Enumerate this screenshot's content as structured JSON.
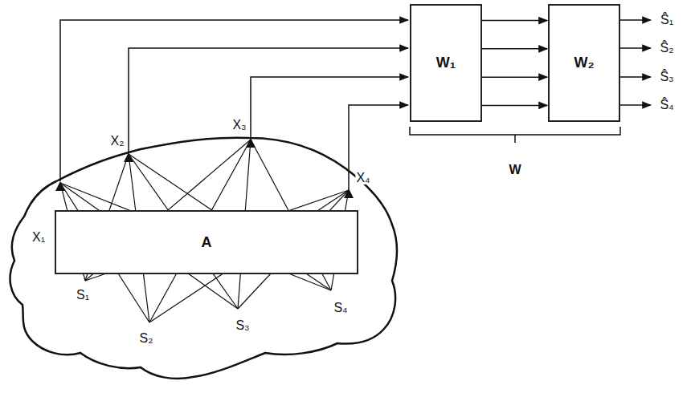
{
  "diagram": {
    "nodes": [
      {
        "text": [
          "A"
        ]
      },
      {
        "text": [
          "W₁"
        ]
      },
      {
        "text": [
          "W₂"
        ]
      }
    ],
    "edges": [
      {
        "from": 1,
        "to": 2,
        "arrow": "to"
      },
      {
        "from": 1,
        "to": 2,
        "arrow": "to"
      },
      {
        "from": 1,
        "to": 2,
        "arrow": "to"
      },
      {
        "from": 1,
        "to": 2,
        "arrow": "to"
      }
    ],
    "labels": [
      "X₁",
      "X₂",
      "X₃",
      "X₄",
      "S₁",
      "S₂",
      "S₃",
      "S₄",
      "Ŝ₁",
      "Ŝ₂",
      "Ŝ₃",
      "Ŝ₄",
      "W"
    ]
  }
}
